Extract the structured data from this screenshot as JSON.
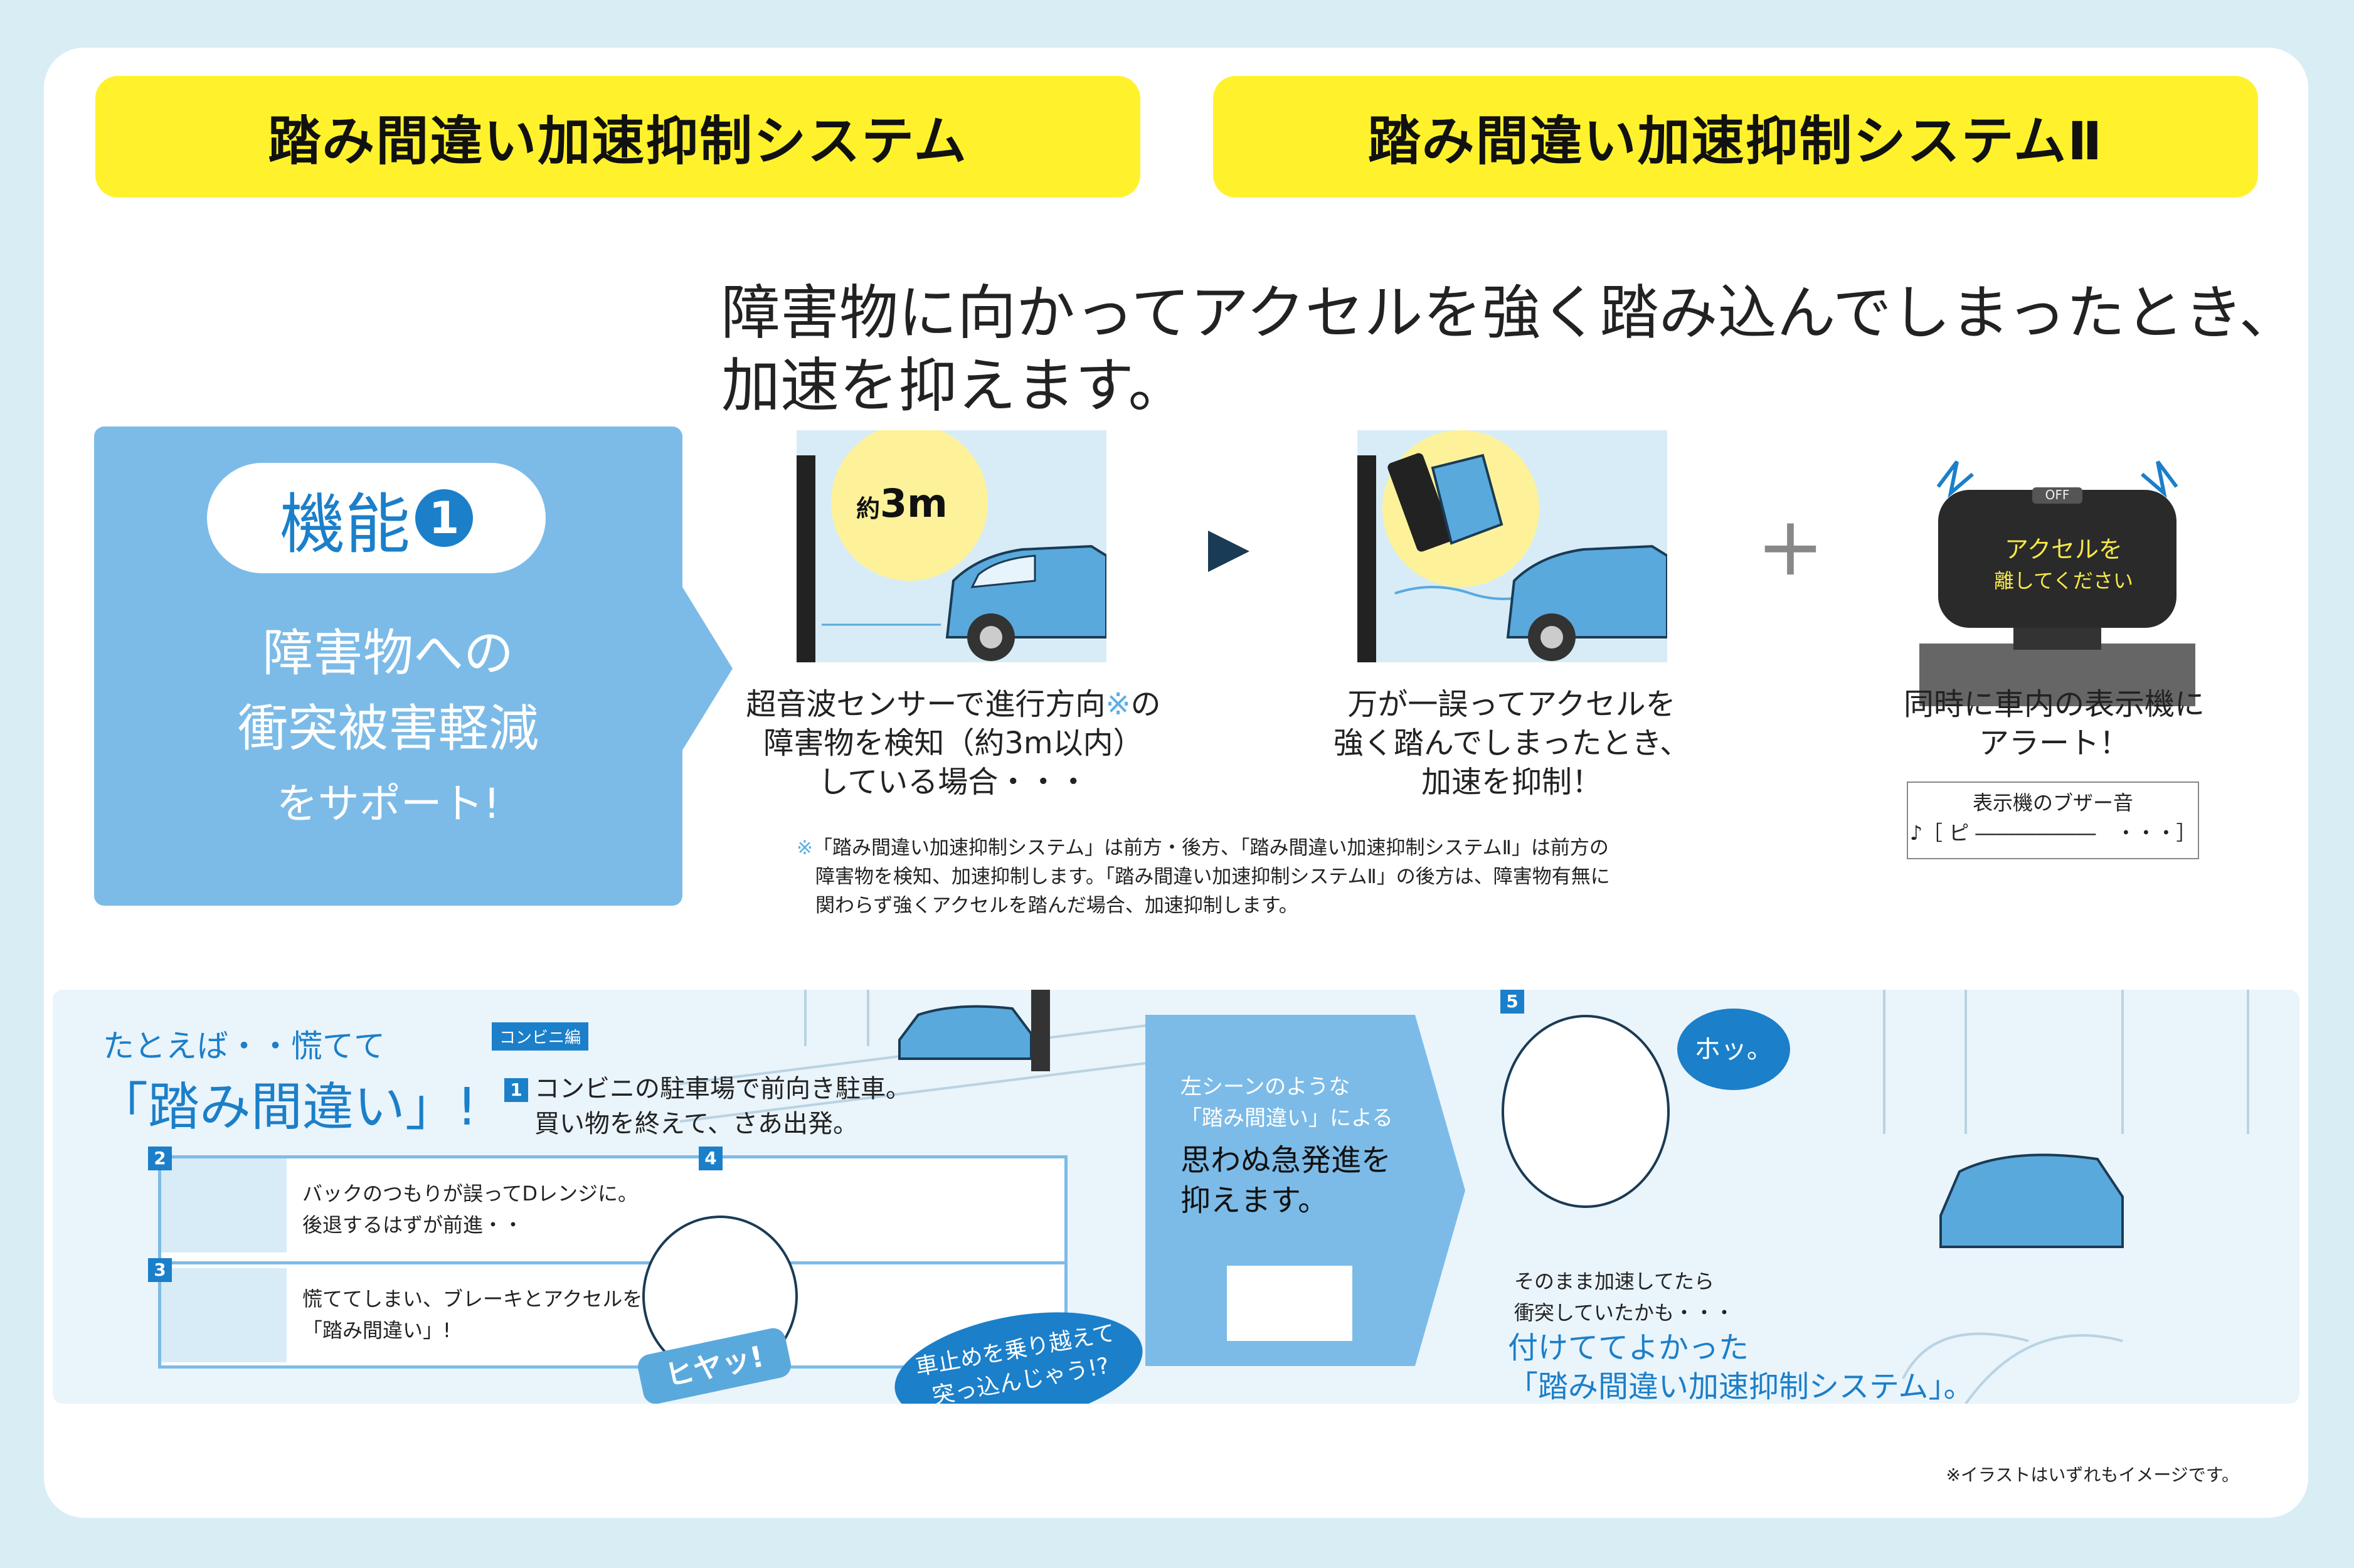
{
  "headers": {
    "system1": "踏み間違い加速抑制システム",
    "system2": "踏み間違い加速抑制システムⅡ"
  },
  "lead": {
    "line1": "障害物に向かってアクセルを強く踏み込んでしまったとき、",
    "line2": "加速を抑えます。"
  },
  "function": {
    "label": "機能",
    "number": "1",
    "line1": "障害物への",
    "line2": "衝突被害軽減",
    "line3": "をサポート!"
  },
  "steps": {
    "distance_prefix": "約",
    "distance_value": "3m",
    "step1_caption_a": "超音波センサーで進行方向",
    "step1_caption_mark": "※",
    "step1_caption_b": "の",
    "step1_caption_2": "障害物を検知（約3m以内）",
    "step1_caption_3": "している場合・・・",
    "step2_caption_1": "万が一誤ってアクセルを",
    "step2_caption_2": "強く踏んでしまったとき、",
    "step2_caption_3": "加速を抑制！",
    "plus": "+",
    "display_off": "OFF",
    "display_line1": "アクセルを",
    "display_line2": "離してください",
    "step3_caption_1": "同時に車内の表示機に",
    "step3_caption_2": "アラート！",
    "buzzer_title": "表示機のブザー音",
    "buzzer_sound": "♪［ ピ ――――――　・・・］"
  },
  "note": {
    "mark": "※",
    "line1": "「踏み間違い加速抑制システム」は前方・後方、「踏み間違い加速抑制システムⅡ」は前方の",
    "line2": "障害物を検知、加速抑制します。「踏み間違い加速抑制システムⅡ」の後方は、障害物有無に",
    "line3": "関わらず強くアクセルを踏んだ場合、加速抑制します。"
  },
  "story": {
    "intro_1": "たとえば・・慌てて",
    "intro_2": "「踏み間違い」!",
    "tag": "コンビニ編",
    "s1_num": "1",
    "s1_line1": "コンビニの駐車場で前向き駐車。",
    "s1_line2": "買い物を終えて、さあ出発。",
    "s2_num": "2",
    "s2_line1": "バックのつもりが誤ってDレンジに。",
    "s2_line2": "後退するはずが前進・・",
    "s3_num": "3",
    "s3_line1": "慌ててしまい、ブレーキとアクセルを",
    "s3_line2": "「踏み間違い」!",
    "s4_num": "4",
    "shout": "ヒヤッ!",
    "burst_1": "車止めを乗り越えて",
    "burst_2": "突っ込んじゃう!?",
    "mid_1": "左シーンのような",
    "mid_2": "「踏み間違い」による",
    "mid_3": "思わぬ急発進を",
    "mid_4": "抑えます。",
    "s5_num": "5",
    "relief": "ホッ。",
    "s5_line1": "そのまま加速してたら",
    "s5_line2": "衝突していたかも・・・",
    "s5_line3": "付けててよかった",
    "s5_line4": "「踏み間違い加速抑制システム」。"
  },
  "footer": "※イラストはいずれもイメージです。",
  "colors": {
    "yellow": "#fff22c",
    "blue": "#1b7fc9",
    "light_blue": "#7cbbe7",
    "pale_blue": "#d8ecf7"
  }
}
